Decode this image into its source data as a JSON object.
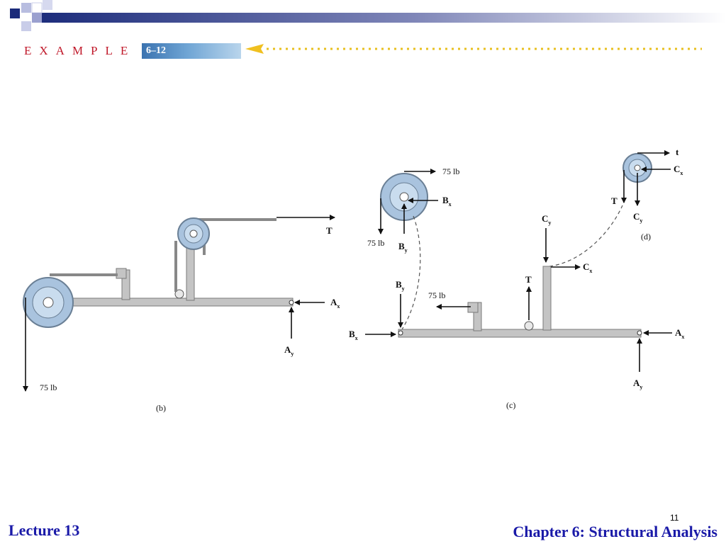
{
  "header": {
    "example_word": "EXAMPLE",
    "example_number": "6–12"
  },
  "diagram": {
    "b": {
      "caption": "(b)",
      "load_label": "75 lb",
      "tension_label": "T",
      "ax_label": "A",
      "ax_sub": "x",
      "ay_label": "A",
      "ay_sub": "y"
    },
    "c": {
      "caption": "(c)",
      "pulley_load_top": "75 lb",
      "pulley_load_side": "75 lb",
      "mid_load": "75 lb",
      "bx_label": "B",
      "bx_sub": "x",
      "by_label": "B",
      "by_sub": "y",
      "bx2_label": "B",
      "bx2_sub": "x",
      "by2_label": "B",
      "by2_sub": "y",
      "t_label": "T",
      "cy_label": "C",
      "cy_sub": "y",
      "cx_label": "C",
      "cx_sub": "x",
      "ax_label": "A",
      "ax_sub": "x",
      "ay_label": "A",
      "ay_sub": "y"
    },
    "d": {
      "caption": "(d)",
      "t_top": "t",
      "t_label": "T",
      "cx_label": "C",
      "cx_sub": "x",
      "cy_label": "C",
      "cy_sub": "y"
    }
  },
  "footer": {
    "lecture": "Lecture 13",
    "chapter": "Chapter 6: Structural Analysis",
    "slide_number": "11"
  },
  "colors": {
    "navy": "#1a2a7a",
    "footer_text": "#1a1aa8",
    "example_red": "#c0192a",
    "pulley_blue": "#a9c3de"
  }
}
